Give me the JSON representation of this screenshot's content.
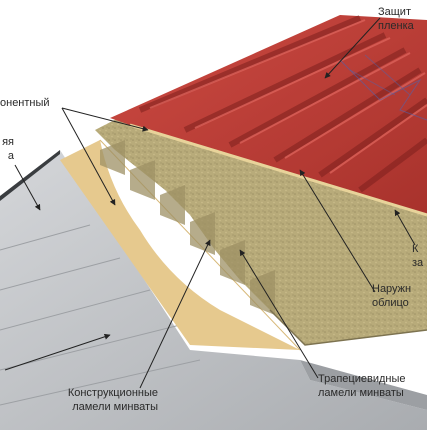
{
  "labels": {
    "protective_film": [
      "Защит",
      "пленка"
    ],
    "component": [
      "онентный"
    ],
    "left_partial": [
      "яя",
      "а"
    ],
    "structural_lamellas": [
      "Конструкционные",
      "ламели минваты"
    ],
    "outer_cladding": [
      "Наружн",
      "облицо"
    ],
    "right_partial": [
      "К",
      "за"
    ],
    "trapezoid_lamellas": [
      "Трапециевидные",
      "ламели минваты"
    ]
  },
  "colors": {
    "roof_red": "#b83a33",
    "roof_dark": "#8a2623",
    "roof_light": "#d0504a",
    "wool": "#b8ab7a",
    "wool_dark": "#8e8257",
    "glue": "#e6c98e",
    "sheet": "#c7c9cc",
    "sheet_dark": "#8d9094",
    "arrow": "#222222"
  }
}
